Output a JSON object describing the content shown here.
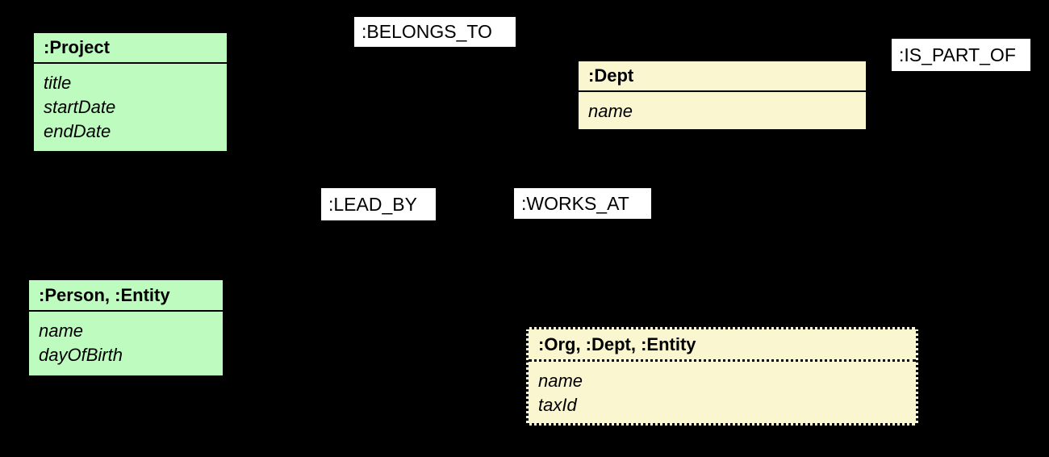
{
  "figure": {
    "kind": "graph-data-model-diagram",
    "background": "#000000"
  },
  "colors": {
    "bg": "#000000",
    "ink": "#000000",
    "node_green": "#BEFBBE",
    "node_yellow": "#FAF6D0",
    "label_bg": "#FFFFFF"
  },
  "nodes": {
    "project": {
      "title": ":Project",
      "attributes": [
        "title",
        "startDate",
        "endDate"
      ],
      "fill": "#BEFBBE",
      "border_style": "solid"
    },
    "dept": {
      "title": ":Dept",
      "attributes": [
        "name"
      ],
      "fill": "#FAF6D0",
      "border_style": "solid"
    },
    "person": {
      "title": ":Person, :Entity",
      "attributes": [
        "name",
        "dayOfBirth"
      ],
      "fill": "#BEFBBE",
      "border_style": "solid"
    },
    "org": {
      "title": ":Org, :Dept, :Entity",
      "attributes": [
        "name",
        "taxId"
      ],
      "fill": "#FAF6D0",
      "border_style": "dotted"
    }
  },
  "relationships": {
    "belongs_to": {
      "label": ":BELONGS_TO"
    },
    "is_part_of": {
      "label": ":IS_PART_OF"
    },
    "lead_by": {
      "label": ":LEAD_BY"
    },
    "works_at": {
      "label": ":WORKS_AT"
    }
  }
}
